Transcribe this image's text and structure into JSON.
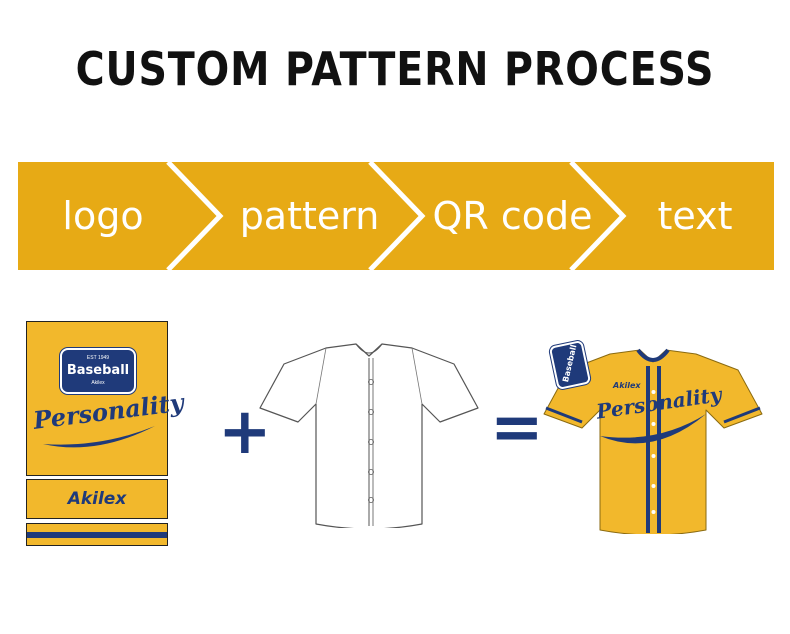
{
  "title": "CUSTOM PATTERN PROCESS",
  "steps": [
    {
      "label": "logo"
    },
    {
      "label": "pattern"
    },
    {
      "label": "QR code"
    },
    {
      "label": "text"
    }
  ],
  "colors": {
    "accent": "#e7aa15",
    "panel": "#f2b82c",
    "navy": "#1f3a7a"
  },
  "elements": {
    "badge_text": "Baseball",
    "badge_subtext": "EST 1949",
    "badge_footer": "Akilex",
    "script_text": "Personality",
    "brand_text": "Akilex",
    "plus": "+",
    "equals": "=",
    "jersey_brand": "Akilex",
    "jersey_script": "Personality",
    "tag_text": "Baseball"
  }
}
